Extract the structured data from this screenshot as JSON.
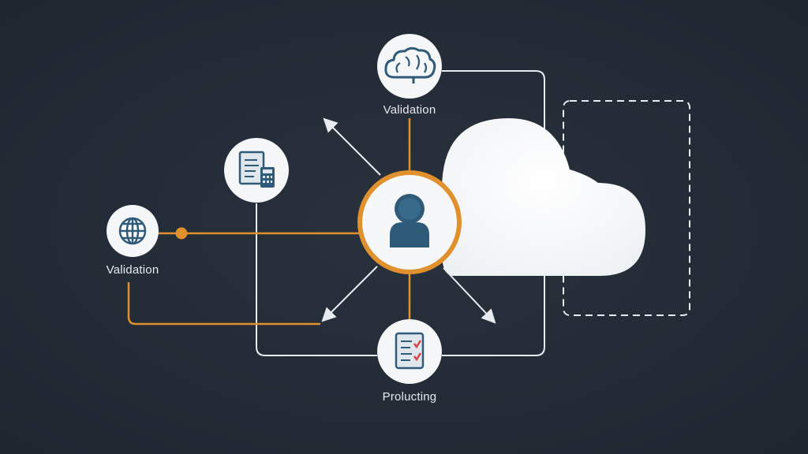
{
  "nodes": {
    "top": {
      "label": "Validation",
      "icon": "brain-cloud-icon"
    },
    "left": {
      "label": "Validation",
      "icon": "globe-icon"
    },
    "bottom": {
      "label": "Prolucting",
      "icon": "checklist-document-icon"
    },
    "docs": {
      "icon": "document-calculator-icon"
    },
    "center": {
      "icon": "user-icon"
    }
  },
  "colors": {
    "background": "#232b36",
    "accent": "#e0902c",
    "line": "#e8ebef",
    "icon": "#2f5b79",
    "node_fill": "#f4f6f8",
    "check": "#d9434a"
  }
}
